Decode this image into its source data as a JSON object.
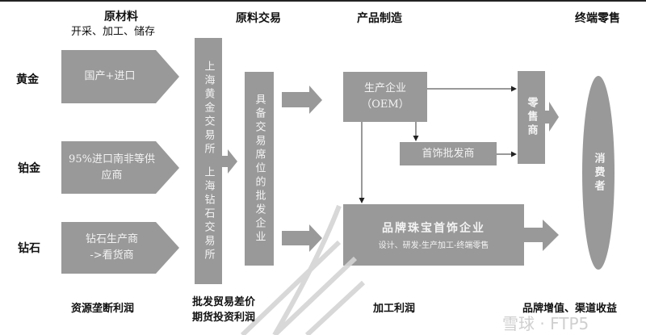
{
  "headers": {
    "raw_material": "原材料",
    "raw_material_sub": "开采、加工、储存",
    "raw_trading": "原料交易",
    "manufacturing": "产品制造",
    "retail": "终端零售"
  },
  "rows": [
    {
      "label": "黄金",
      "source": "国产+进口"
    },
    {
      "label": "铂金",
      "source": "95%进口南非等供应商"
    },
    {
      "label": "钻石",
      "source": "钻石生产商\n->看货商"
    }
  ],
  "exchanges": {
    "gold_exchange": "上海黄金交易所",
    "diamond_exchange": "上海钻石交易所"
  },
  "wholesaler": "具备交易席位的批发企业",
  "oem": {
    "title": "生产企业",
    "subtitle": "（OEM）"
  },
  "jewelry_wholesaler": "首饰批发商",
  "retailer": "零售商",
  "brand": {
    "title": "品牌珠宝首饰企业",
    "subtitle": "设计、研发-生产加工-终端零售"
  },
  "consumer": "消费者",
  "footers": {
    "resource": "资源垄断利润",
    "trading_1": "批发贸易差价",
    "trading_2": "期货投资利润",
    "processing": "加工利润",
    "brand": "品牌增值、渠道收益"
  },
  "watermark": "雪球 · FTP5",
  "colors": {
    "shape_fill": "#999999",
    "text_light": "#f3f3f3",
    "arrow_line": "#333333"
  }
}
